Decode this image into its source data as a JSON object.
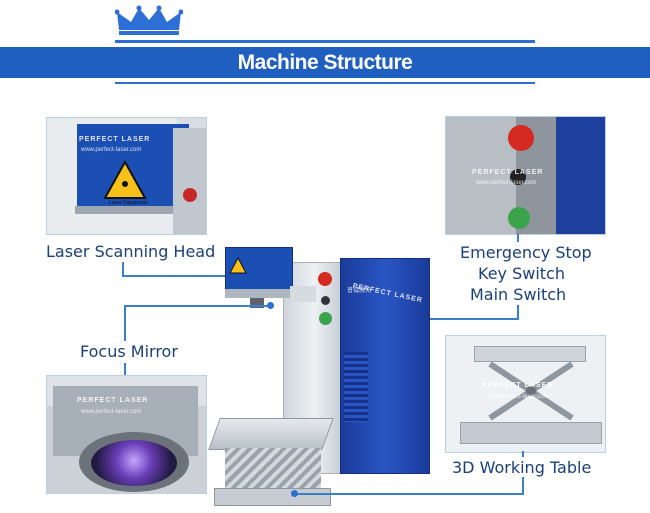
{
  "banner": {
    "title": "Machine Structure"
  },
  "labels": {
    "laser_head": "Laser Scanning Head",
    "emergency_stop": "Emergency Stop",
    "key_switch": "Key Switch",
    "main_switch": "Main Switch",
    "focus_mirror": "Focus Mirror",
    "working_table": "3D Working Table"
  },
  "watermark": {
    "brand": "PERFECT LASER",
    "site": "www.perfect-laser.com",
    "sign": "Laser Dangerous",
    "chinese": "普镭激光"
  },
  "colors": {
    "banner": "#1f5fbf",
    "accent": "#2c6fd0",
    "label": "#1a3f7a",
    "machine_blue": "#1d3f9e"
  }
}
